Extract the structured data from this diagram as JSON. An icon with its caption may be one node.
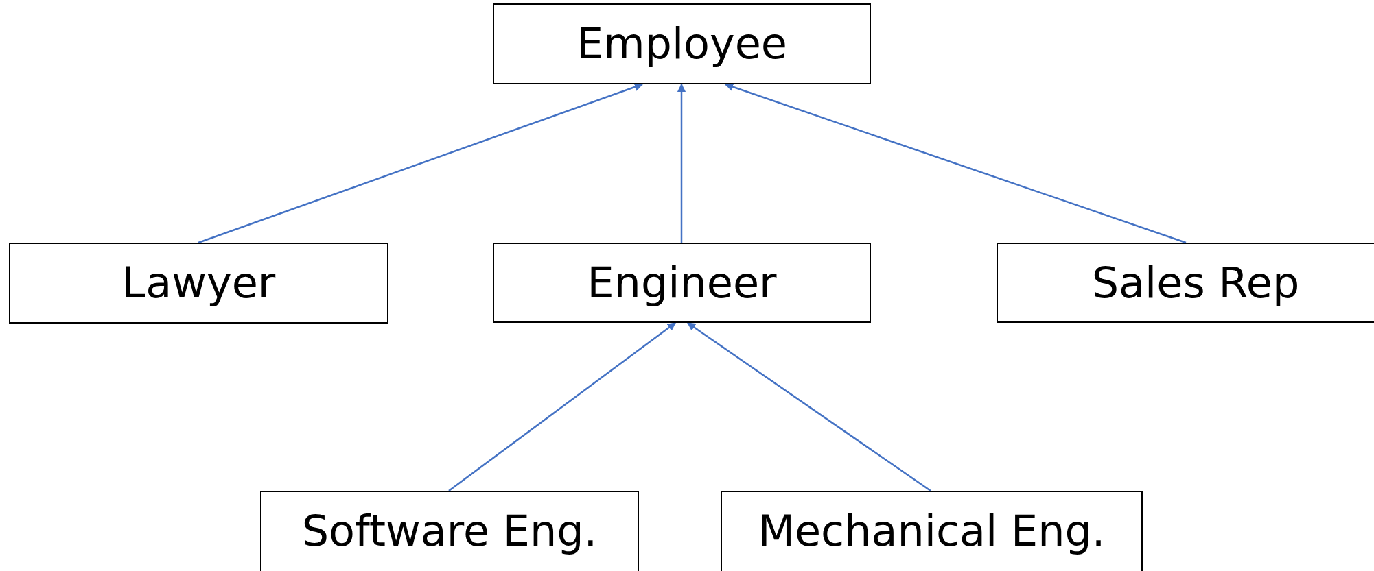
{
  "diagram": {
    "nodes": [
      {
        "text": [
          "Employee"
        ]
      },
      {
        "text": [
          "Lawyer"
        ]
      },
      {
        "text": [
          "Engineer"
        ]
      },
      {
        "text": [
          "Sales Rep"
        ]
      },
      {
        "text": [
          "Software Eng."
        ]
      },
      {
        "text": [
          "Mechanical Eng."
        ]
      }
    ],
    "edges": [
      {
        "from": 1,
        "to": 0,
        "arrow": "to"
      },
      {
        "from": 2,
        "to": 0,
        "arrow": "to"
      },
      {
        "from": 3,
        "to": 0,
        "arrow": "to"
      },
      {
        "from": 4,
        "to": 2,
        "arrow": "to"
      },
      {
        "from": 5,
        "to": 2,
        "arrow": "to"
      }
    ]
  }
}
